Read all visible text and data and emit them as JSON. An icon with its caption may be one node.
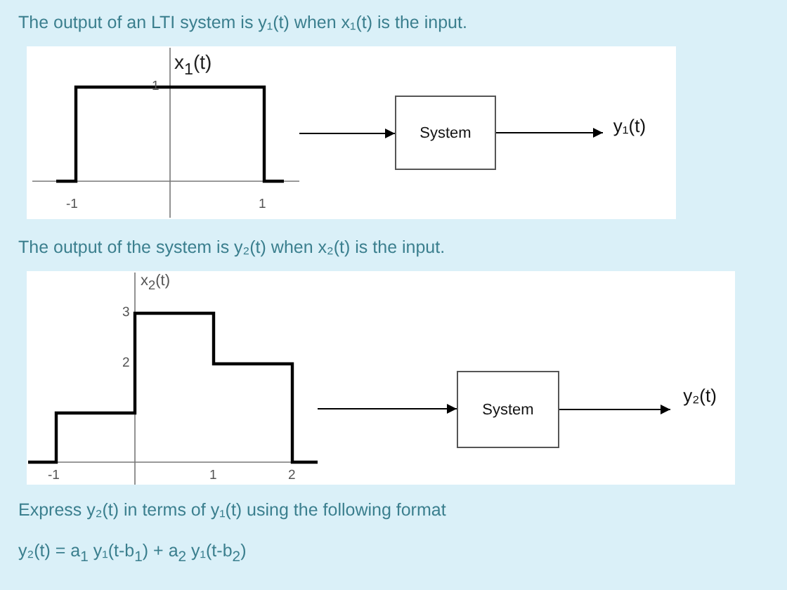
{
  "diagram": {
    "nodes": [
      {
        "text": [
          "System"
        ]
      },
      {
        "text": [
          "y₁(t)"
        ]
      },
      {
        "text": [
          "System"
        ]
      },
      {
        "text": [
          "y₂(t)"
        ]
      }
    ],
    "edges": [
      {
        "from": null,
        "to": 0,
        "arrow": "to"
      },
      {
        "from": 0,
        "to": 1,
        "arrow": "to"
      },
      {
        "from": null,
        "to": 2,
        "arrow": "to"
      },
      {
        "from": 2,
        "to": 3,
        "arrow": "to"
      }
    ],
    "labels": [
      "The output of an LTI system is y₁(t) when x₁(t) is the input.",
      "x$_{1}$(t)",
      "1",
      "-1",
      "1",
      "The output of the system is y₂(t) when x₂(t) is the input.",
      "x$_{2}$(t)",
      "3",
      "2",
      "-1",
      "1",
      "2",
      "Express y₂(t) in terms of y₁(t) using the following format",
      "y₂(t) = a$_{1}$ y₁(t-b$_{1}$) + a$_{2}$ y₁(t-b$_{2}$)"
    ]
  }
}
